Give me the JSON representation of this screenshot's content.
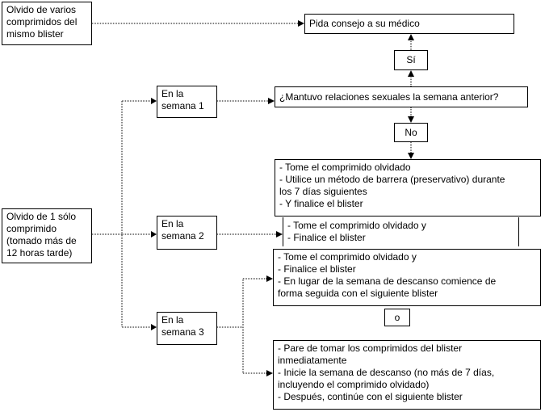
{
  "boxes": {
    "olvido_varios": [
      "Olvido de varios",
      "comprimidos del",
      "mismo blister"
    ],
    "pida_consejo": [
      "Pida consejo a su médico"
    ],
    "si": [
      "Sí"
    ],
    "semana1": [
      "En la",
      "semana 1"
    ],
    "pregunta": [
      "¿Mantuvo relaciones sexuales la semana anterior?"
    ],
    "no": [
      "No"
    ],
    "instr_no": [
      "- Tome el comprimido olvidado",
      "- Utilice un método de barrera (preservativo) durante",
      "los 7 días siguientes",
      "- Y finalice el blister"
    ],
    "olvido_uno": [
      "Olvido de 1 sólo",
      "comprimido",
      "(tomado más de",
      "12 horas tarde)"
    ],
    "semana2": [
      "En la",
      "semana 2"
    ],
    "instr_s2": [
      "- Tome el comprimido olvidado y",
      "- Finalice el blister"
    ],
    "semana3": [
      "En la",
      "semana 3"
    ],
    "instr_s3a": [
      "- Tome el comprimido olvidado y",
      "- Finalice el blister",
      "- En lugar de la semana de descanso comience de",
      "forma seguida con el siguiente blister"
    ],
    "o": [
      "o"
    ],
    "instr_s3b": [
      "- Pare de tomar los comprimidos del blister",
      "inmediatamente",
      "- Inicie la semana de descanso (no más de 7 días,",
      "incluyendo el comprimido olvidado)",
      "- Después, continúe con el siguiente blister"
    ]
  }
}
